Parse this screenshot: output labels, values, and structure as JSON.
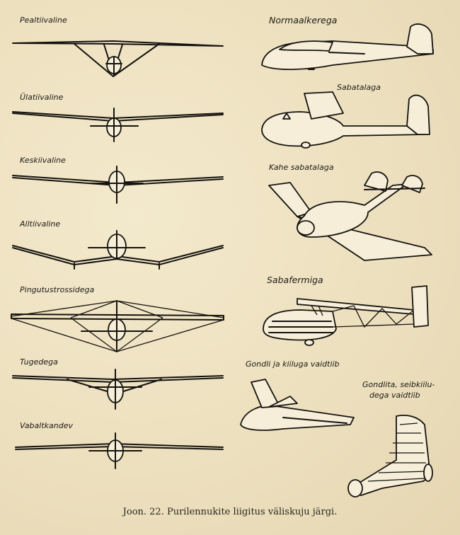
{
  "labels": {
    "pealtiivaline": "Pealtiivaline",
    "ulatiivaline": "Ülatiivaline",
    "keskiivaline": "Keskiivaline",
    "alltiivaline": "Alltiivaline",
    "pingutustrossidega": "Pingutustrossidega",
    "tugedega": "Tugedega",
    "vabaltkandev": "Vabaltkandev",
    "normaalkerega": "Normaalkerega",
    "sabatalaga": "Sabatalaga",
    "kahe_sabatalaga": "Kahe sabatalaga",
    "sabafermiga": "Sabafermiga",
    "gondli_kiiluga": "Gondli ja kiiluga vaidtiib",
    "gondlita_line1": "Gondlita, seibkiilu-",
    "gondlita_line2": "dega vaidtiib"
  },
  "caption": "Joon. 22. Purilennukite liigitus väliskuju järgi."
}
